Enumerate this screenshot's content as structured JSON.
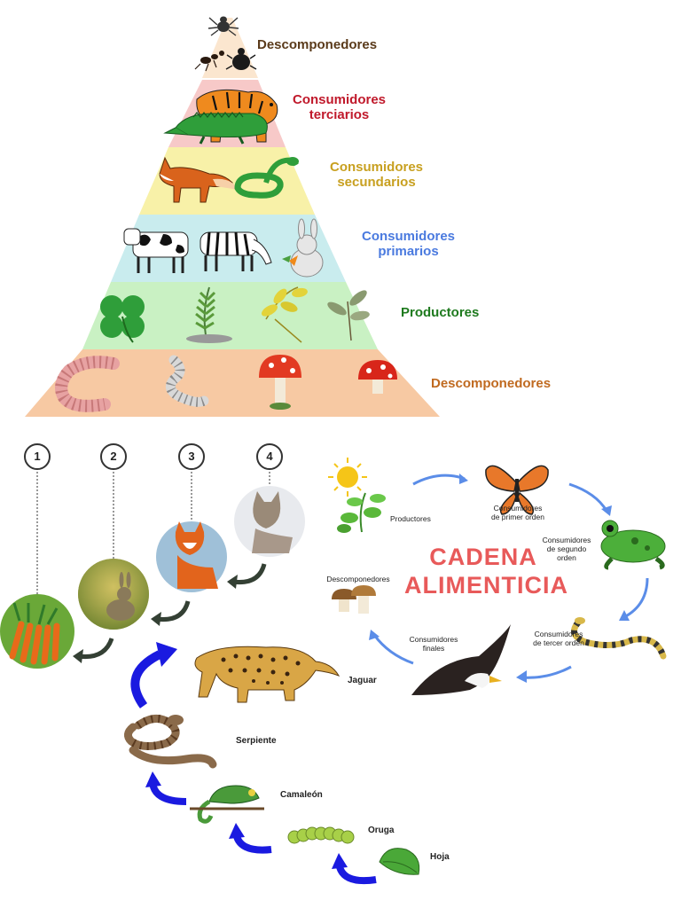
{
  "pyramid": {
    "levels": [
      {
        "label": "Descomponedores",
        "color": "#5a3a1a"
      },
      {
        "label": "Consumidores\nterciarios",
        "color": "#c0192b"
      },
      {
        "label": "Consumidores\nsecundarios",
        "color": "#c8a020"
      },
      {
        "label": "Consumidores\nprimarios",
        "color": "#4a7adf"
      },
      {
        "label": "Productores",
        "color": "#1e7a1e"
      },
      {
        "label": "Descomponedores",
        "color": "#c06a20"
      }
    ],
    "band_colors": [
      "#fbe6cf",
      "#f7c9c8",
      "#f8f1a8",
      "#c9ecee",
      "#c9f1c3",
      "#f7c9a3"
    ]
  },
  "numbered_chain": {
    "numbers": [
      "1",
      "2",
      "3",
      "4"
    ],
    "icons": [
      "carrots-icon",
      "rabbit-icon",
      "fox-icon",
      "coyote-icon"
    ]
  },
  "cycle": {
    "title_line1": "CADENA",
    "title_line2": "ALIMENTICIA",
    "nodes": [
      {
        "label": "Productores"
      },
      {
        "label": "Consumidores\nde primer orden"
      },
      {
        "label": "Consumidores\nde segundo\norden"
      },
      {
        "label": "Consumidores\nde tercer orden"
      },
      {
        "label": "Consumidores\nfinales"
      },
      {
        "label": "Descomponedores"
      }
    ],
    "arrow_color": "#5b8de8"
  },
  "vertical_chain": {
    "items": [
      "Jaguar",
      "Serpiente",
      "Camaleón",
      "Oruga",
      "Hoja"
    ],
    "arrow_color": "#1a1ae0"
  }
}
